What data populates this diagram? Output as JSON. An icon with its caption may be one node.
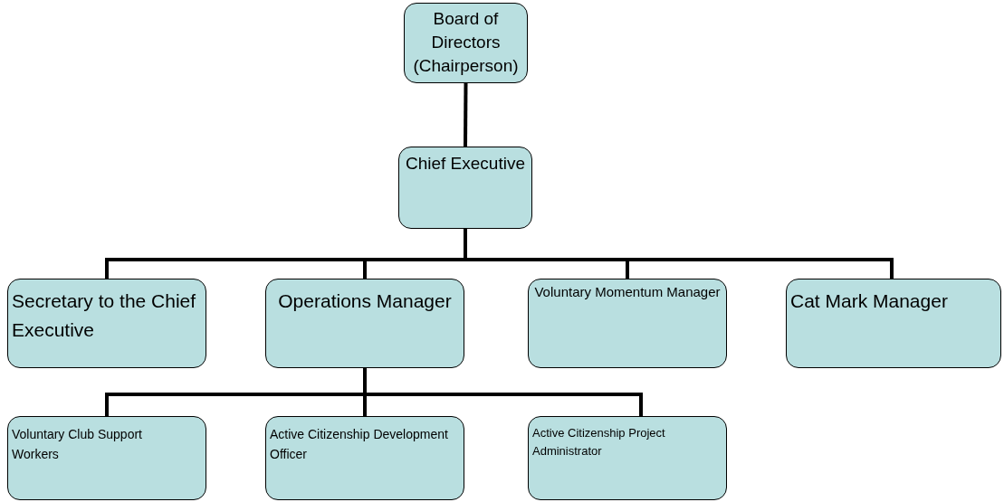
{
  "diagram": {
    "nodes": [
      {
        "text": [
          "Board of Directors (Chairperson)"
        ]
      },
      {
        "text": [
          "Chief Executive"
        ]
      },
      {
        "text": [
          "Secretary to the Chief Executive"
        ]
      },
      {
        "text": [
          "Operations Manager"
        ]
      },
      {
        "text": [
          "Voluntary Momentum Manager"
        ]
      },
      {
        "text": [
          "Cat Mark Manager"
        ]
      },
      {
        "text": [
          "Voluntary Club Support Workers"
        ]
      },
      {
        "text": [
          "Active Citizenship Development Officer"
        ]
      },
      {
        "text": [
          "Active Citizenship Project Administrator"
        ]
      }
    ],
    "edges": [
      {
        "from": 0,
        "to": 1,
        "arrow": "none"
      },
      {
        "from": 1,
        "to": 2,
        "arrow": "none"
      },
      {
        "from": 1,
        "to": 3,
        "arrow": "none"
      },
      {
        "from": 1,
        "to": 4,
        "arrow": "none"
      },
      {
        "from": 1,
        "to": 5,
        "arrow": "none"
      },
      {
        "from": 3,
        "to": 6,
        "arrow": "none"
      },
      {
        "from": 3,
        "to": 7,
        "arrow": "none"
      },
      {
        "from": 3,
        "to": 8,
        "arrow": "none"
      }
    ]
  }
}
